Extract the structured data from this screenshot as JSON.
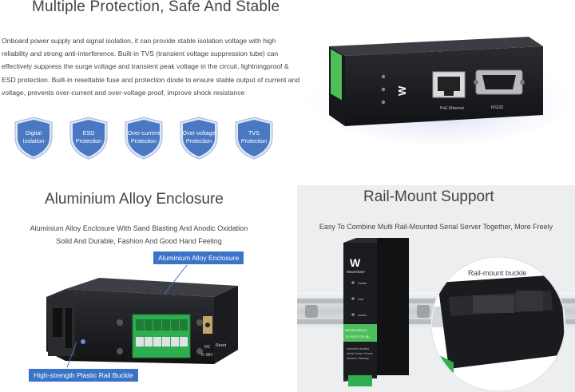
{
  "section1": {
    "title": "Multiple Protection, Safe And Stable",
    "description": "Onboard power supply and signal isolation, it can provide stable isolation voltage with high reliability and strong anti-interference. Built-in TVS (transient voltage suppression tube) can effectively suppress the surge voltage and transient peak voltage in the circuit, lightningproof & ESD protection. Built-in resettable fuse and protection diode to ensure stable output of current and voltage, prevents over-current and over-voltage proof, improve shock resistance",
    "shields": [
      {
        "line1": "Digital",
        "line2": "Isolation"
      },
      {
        "line1": "ESD",
        "line2": "Protection"
      },
      {
        "line1": "Over-current",
        "line2": "Protection"
      },
      {
        "line1": "Over-voltage",
        "line2": "Protection"
      },
      {
        "line1": "TVS",
        "line2": "Protection"
      }
    ],
    "device": {
      "port1": "PoE Ethernet",
      "port2": "RS232"
    }
  },
  "section2": {
    "title": "Aluminium Alloy Enclosure",
    "description_line1": "Aluminium Alloy Enclosure With Sand Blasting And Anodic Oxidation",
    "description_line2": "Solid And Durable, Fashion And Good Hand Feeling",
    "callout_top": "Aluminium Alloy Enclosure",
    "callout_bottom": "High-strength Plastic Rail Buckle",
    "device": {
      "label_dc": "DC",
      "label_reset": "Reset",
      "label_range": "6~36V"
    }
  },
  "section3": {
    "title": "Rail-Mount Support",
    "description": "Easy To Combine Multi Rail-Mounted Serial Server Together, More Freely",
    "zoom_label": "Rail-mount buckle",
    "device": {
      "brand": "Waveshare",
      "led1": "Power",
      "led2": "Link",
      "led3": "Active",
      "green_label1": "RS232/485/422",
      "green_label2": "TO POE ETH (B)",
      "small1": "Industrial Isolated",
      "small2": "Serial Device Server",
      "small3": "Modbus Gateway"
    }
  },
  "colors": {
    "shield_blue": "#4a78c2",
    "callout_blue": "#3a74c8",
    "terminal_green": "#2fae4f",
    "label_green": "#4cbf5a"
  }
}
